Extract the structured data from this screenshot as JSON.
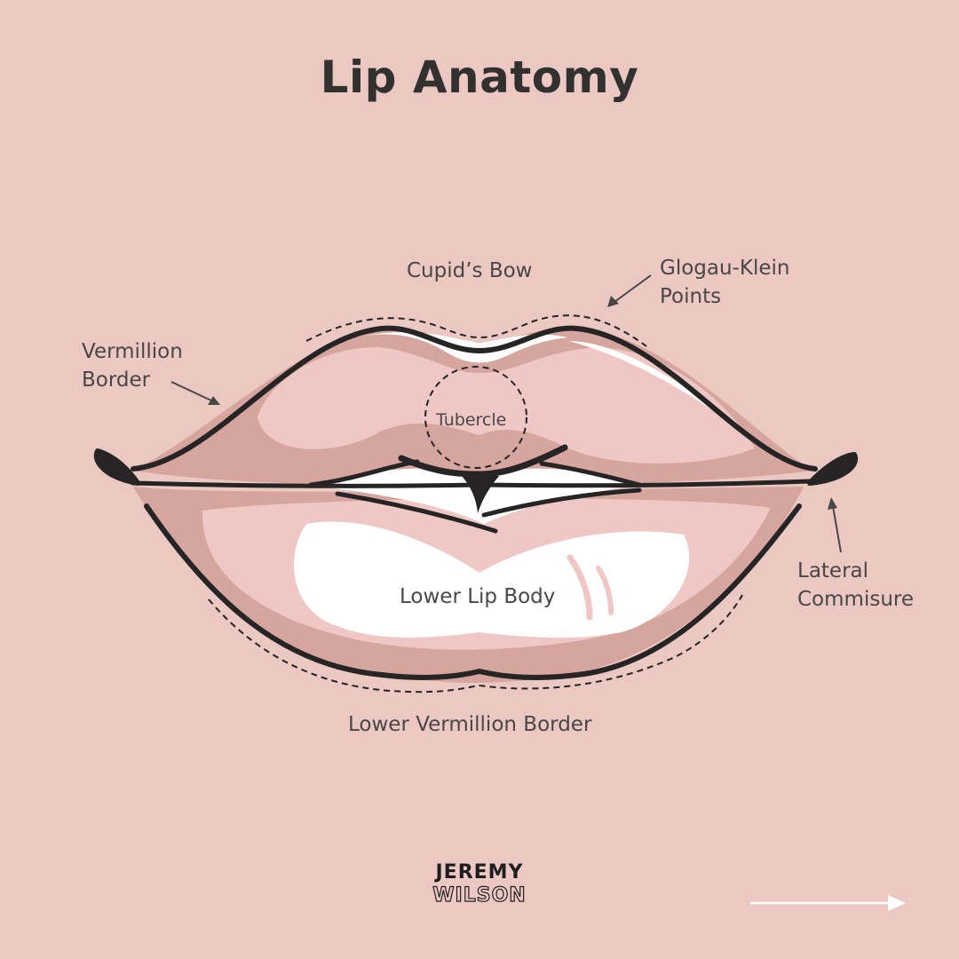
{
  "title": "Lip Anatomy",
  "labels": {
    "cupids_bow": "Cupid’s Bow",
    "glogau_klein_line1": "Glogau-Klein",
    "glogau_klein_line2": "Points",
    "vermillion_line1": "Vermillion",
    "vermillion_line2": "Border",
    "tubercle": "Tubercle",
    "lateral_line1": "Lateral",
    "lateral_line2": "Commisure",
    "lower_lip_body": "Lower Lip Body",
    "lower_vermillion": "Lower Vermillion Border"
  },
  "brand": {
    "line1": "JEREMY",
    "line2": "WILSON"
  },
  "colors": {
    "background": "#ebc8c2",
    "lip_light": "#efc7c5",
    "lip_shadow": "#d6a59e",
    "outline": "#262424",
    "highlight": "#ffffff"
  },
  "icons": {
    "next": "right-arrow-icon"
  }
}
